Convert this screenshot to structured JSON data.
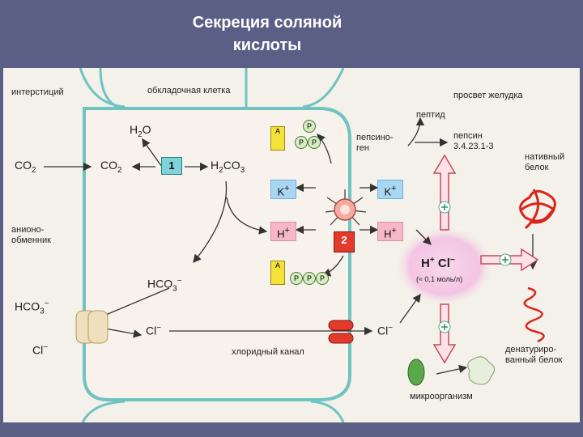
{
  "title_line1": "Секреция соляной",
  "title_line2": "кислоты",
  "labels": {
    "interstitium": "интерстиций",
    "parietal_cell": "обкладочная клетка",
    "lumen": "просвет желудка",
    "peptide": "пептид",
    "pepsinogen_1": "пепсино-",
    "pepsinogen_2": "ген",
    "pepsin": "пепсин",
    "pepsin_code": "3.4.23.1-3",
    "native_1": "нативный",
    "native_2": "белок",
    "anion_1": "анионо-",
    "anion_2": "обменник",
    "chloride_channel": "хлоридный канал",
    "denat_1": "денатуриро-",
    "denat_2": "ванный белок",
    "microorganism": "микроорганизм",
    "concentration": "(≈ 0,1 моль/л)"
  },
  "chem": {
    "co2": "CO",
    "sub2": "2",
    "h2o_h": "H",
    "h2o_o": "O",
    "h2co3_h": "H",
    "h2co3_co": "CO",
    "h2co3_3": "3",
    "hco3": "HCO",
    "sub3": "3",
    "cl": "Cl",
    "h": "H",
    "k": "K",
    "plus": "+",
    "minus": "−",
    "hcl_h": "H",
    "hcl_cl": "Cl"
  },
  "enzyme_1": "1",
  "pump_2": "2",
  "atp": {
    "a": "A",
    "p": "P"
  },
  "colors": {
    "background": "#5b5f86",
    "panel": "#f4f1ea",
    "cell_border": "#6fc3c0",
    "enzyme": "#7ed3d8",
    "pump": "#e23a2b",
    "k_ion": "#a9d6f2",
    "h_ion": "#f6b7c8",
    "lumen_glow": "#f3c5e3"
  }
}
